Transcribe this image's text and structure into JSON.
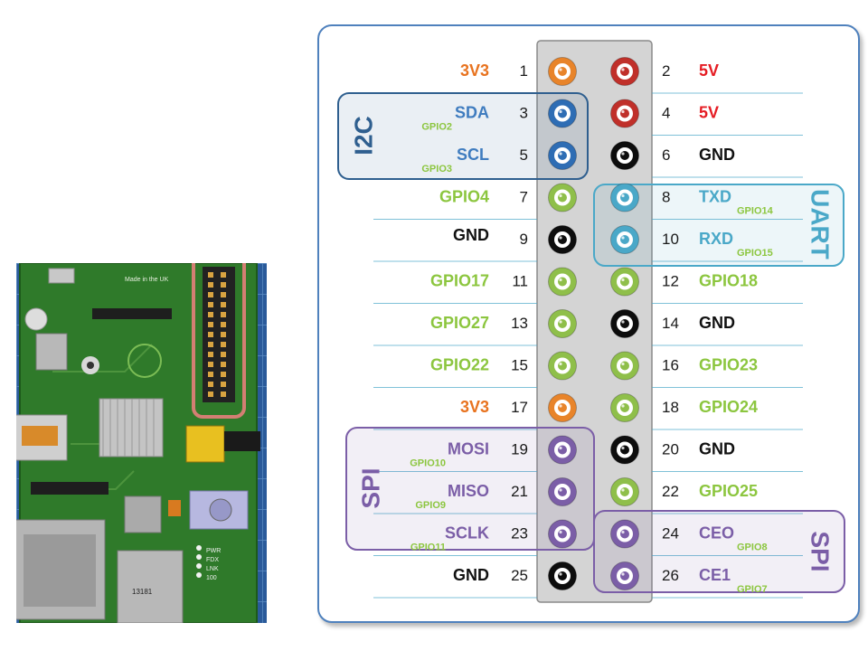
{
  "pins": {
    "left": [
      {
        "num": "1",
        "label": "3V3",
        "color": "#e8731f",
        "pin": "orange"
      },
      {
        "num": "3",
        "label": "SDA",
        "sub": "GPIO2",
        "color": "#3f7cbf",
        "pin": "blue"
      },
      {
        "num": "5",
        "label": "SCL",
        "sub": "GPIO3",
        "color": "#3f7cbf",
        "pin": "blue"
      },
      {
        "num": "7",
        "label": "GPIO4",
        "color": "#8cc63f",
        "pin": "green"
      },
      {
        "num": "9",
        "label": "GND",
        "color": "#111111",
        "pin": "black"
      },
      {
        "num": "11",
        "label": "GPIO17",
        "color": "#8cc63f",
        "pin": "green"
      },
      {
        "num": "13",
        "label": "GPIO27",
        "color": "#8cc63f",
        "pin": "green"
      },
      {
        "num": "15",
        "label": "GPIO22",
        "color": "#8cc63f",
        "pin": "green"
      },
      {
        "num": "17",
        "label": "3V3",
        "color": "#e8731f",
        "pin": "orange"
      },
      {
        "num": "19",
        "label": "MOSI",
        "sub": "GPIO10",
        "color": "#7b5ea7",
        "pin": "purple"
      },
      {
        "num": "21",
        "label": "MISO",
        "sub": "GPIO9",
        "color": "#7b5ea7",
        "pin": "purple"
      },
      {
        "num": "23",
        "label": "SCLK",
        "sub": "GPIO11",
        "color": "#7b5ea7",
        "pin": "purple"
      },
      {
        "num": "25",
        "label": "GND",
        "color": "#111111",
        "pin": "black"
      }
    ],
    "right": [
      {
        "num": "2",
        "label": "5V",
        "color": "#e51c23",
        "pin": "red"
      },
      {
        "num": "4",
        "label": "5V",
        "color": "#e51c23",
        "pin": "red"
      },
      {
        "num": "6",
        "label": "GND",
        "color": "#111111",
        "pin": "black"
      },
      {
        "num": "8",
        "label": "TXD",
        "sub": "GPIO14",
        "color": "#4aa8c8",
        "pin": "cyan"
      },
      {
        "num": "10",
        "label": "RXD",
        "sub": "GPIO15",
        "color": "#4aa8c8",
        "pin": "cyan"
      },
      {
        "num": "12",
        "label": "GPIO18",
        "color": "#8cc63f",
        "pin": "green"
      },
      {
        "num": "14",
        "label": "GND",
        "color": "#111111",
        "pin": "black"
      },
      {
        "num": "16",
        "label": "GPIO23",
        "color": "#8cc63f",
        "pin": "green"
      },
      {
        "num": "18",
        "label": "GPIO24",
        "color": "#8cc63f",
        "pin": "green"
      },
      {
        "num": "20",
        "label": "GND",
        "color": "#111111",
        "pin": "black"
      },
      {
        "num": "22",
        "label": "GPIO25",
        "color": "#8cc63f",
        "pin": "green"
      },
      {
        "num": "24",
        "label": "CEO",
        "sub": "GPIO8",
        "color": "#7b5ea7",
        "pin": "purple"
      },
      {
        "num": "26",
        "label": "CE1",
        "sub": "GPIO7",
        "color": "#7b5ea7",
        "pin": "purple"
      }
    ]
  },
  "groups": {
    "i2c": {
      "label": "I2C",
      "color": "#2f5f8f"
    },
    "uart": {
      "label": "UART",
      "color": "#4aa8c8"
    },
    "spi_left": {
      "label": "SPI",
      "color": "#7b5ea7"
    },
    "spi_right": {
      "label": "SPI",
      "color": "#7b5ea7"
    }
  },
  "pin_colors": {
    "orange": "#e8842a",
    "red": "#c0302a",
    "blue": "#2e6db4",
    "black": "#0d0d0d",
    "green": "#8fbf4a",
    "cyan": "#4aa8c8",
    "purple": "#7b5ea7"
  },
  "photo": {
    "board_text": "Made in the UK",
    "chip_text": "13181",
    "led_labels": [
      "PWR",
      "FDX",
      "LNK",
      "100"
    ]
  }
}
